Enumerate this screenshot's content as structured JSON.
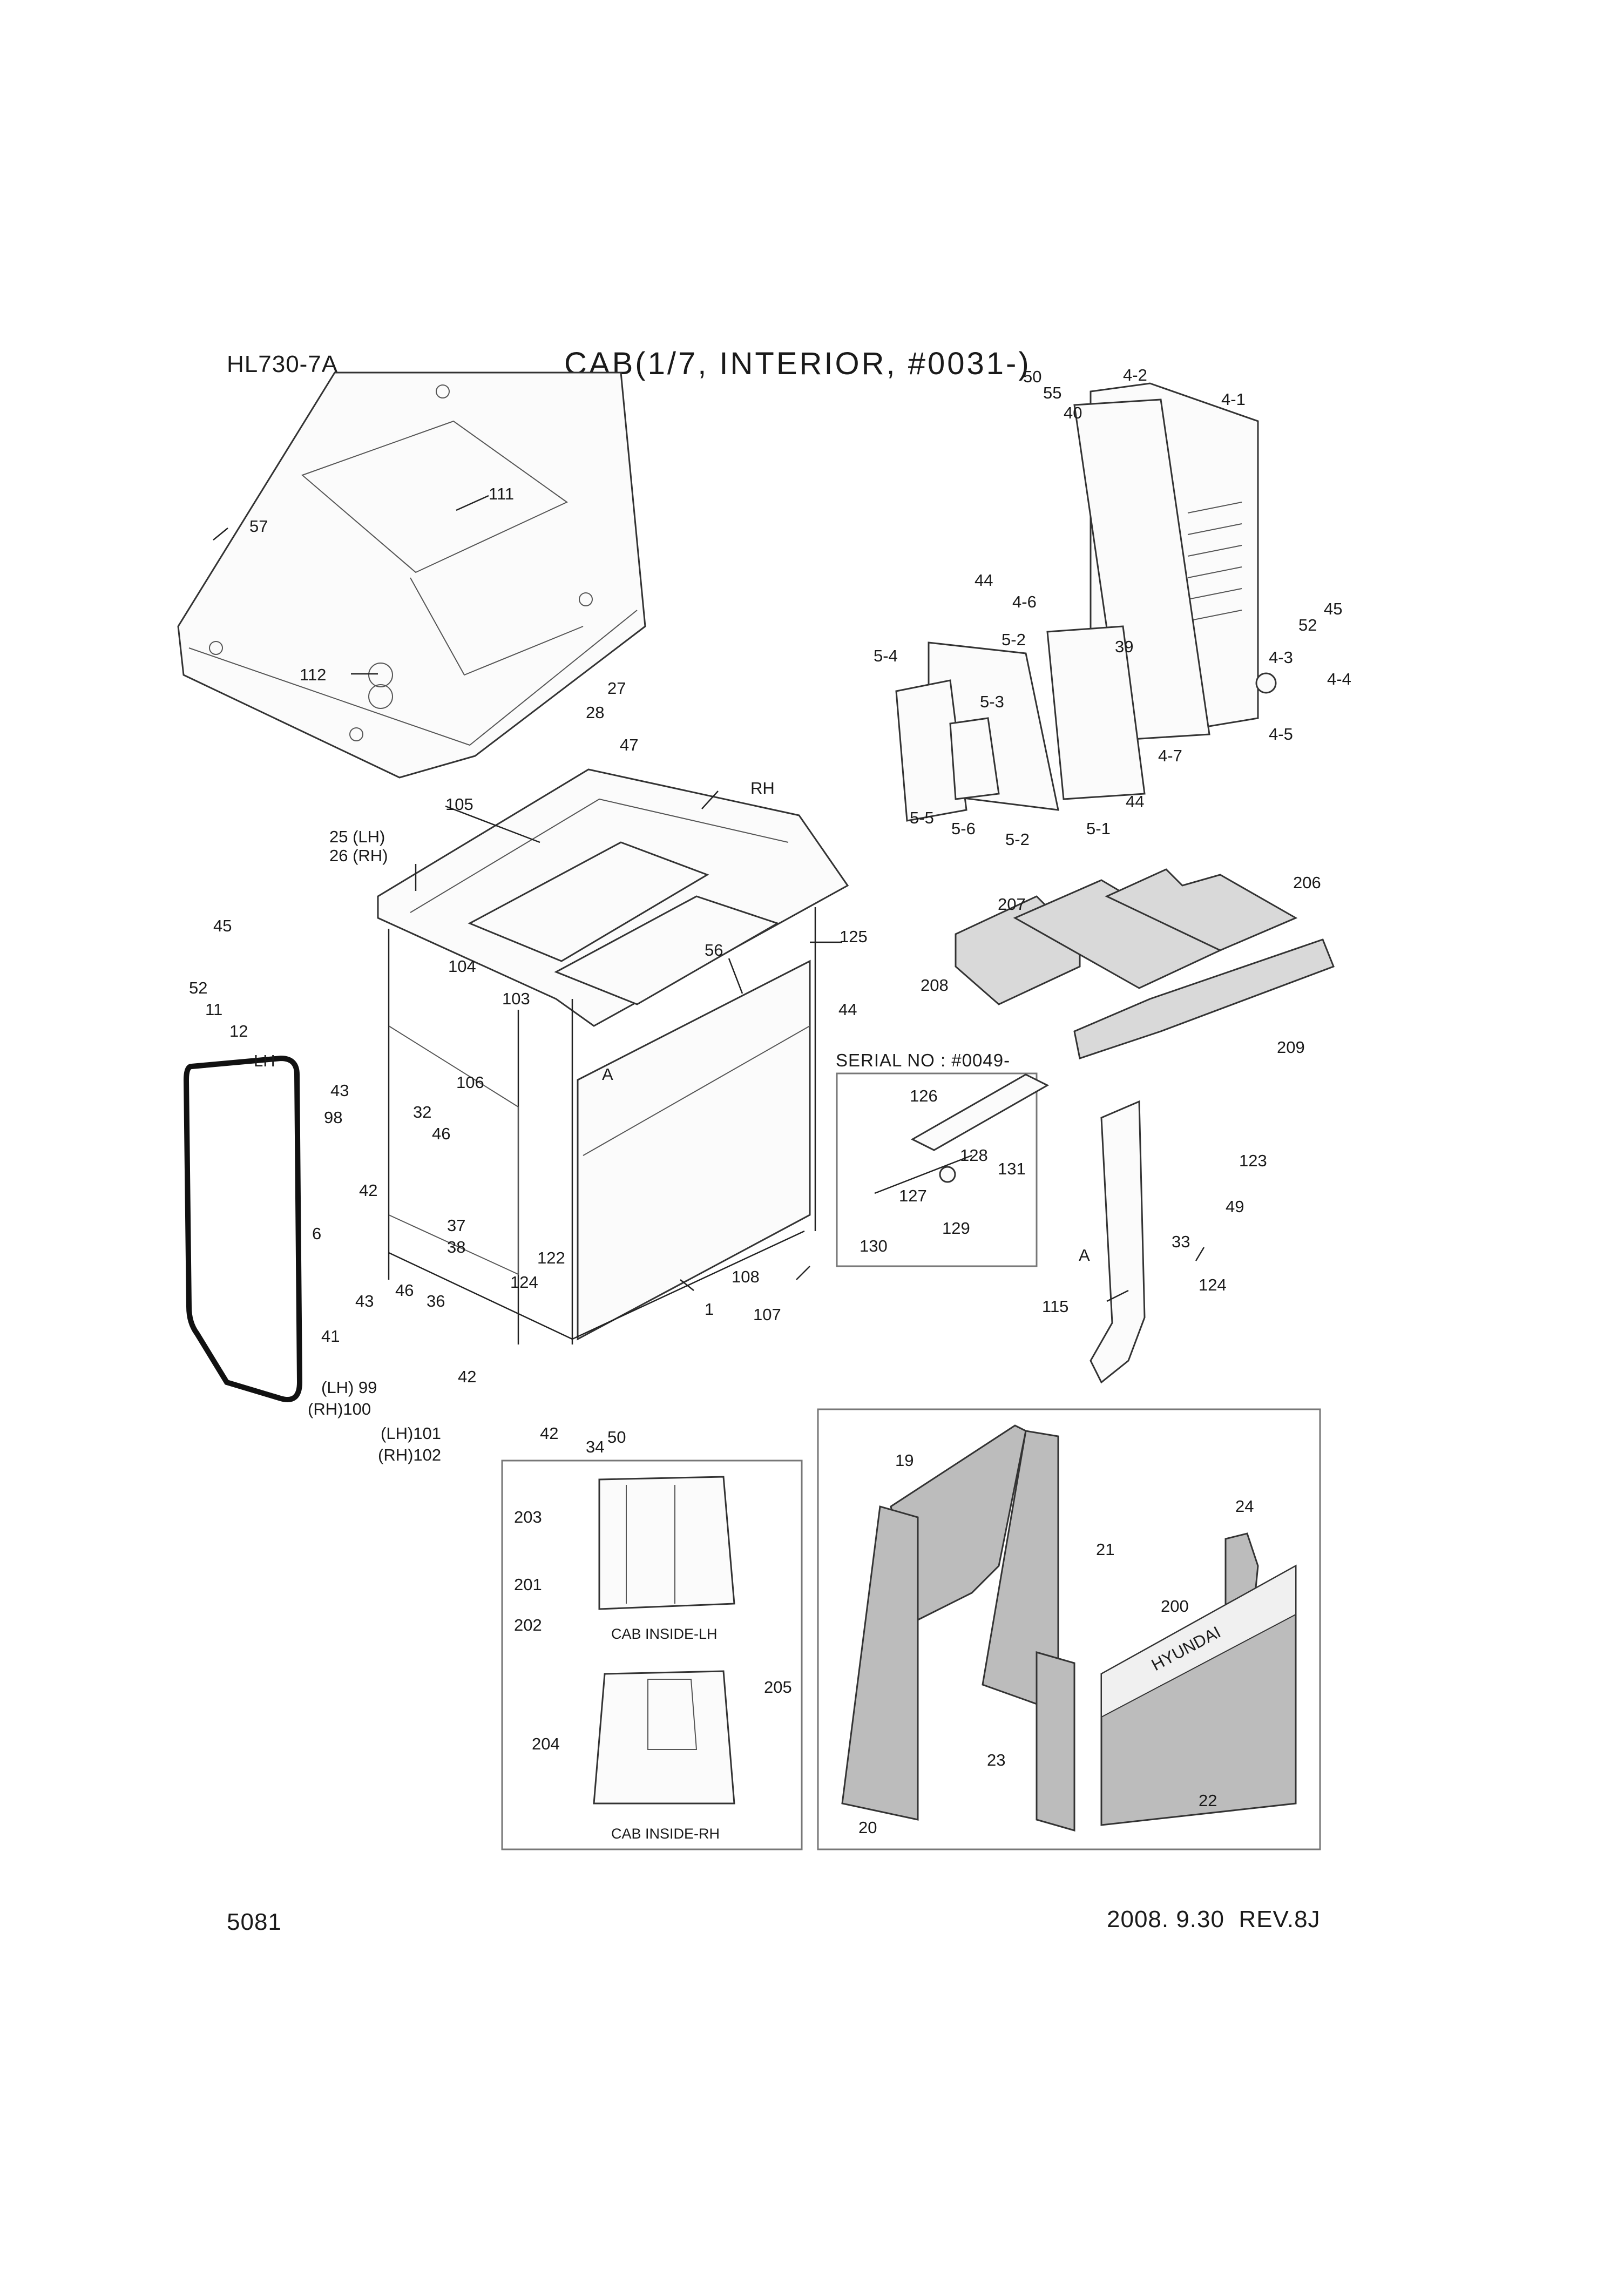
{
  "header": {
    "model": "HL730-7A",
    "title": "CAB(1/7, INTERIOR, #0031-)"
  },
  "footer": {
    "page_number": "5081",
    "date_revision": "2008. 9.30  REV.8J"
  },
  "callouts": {
    "c111": "111",
    "c57": "57",
    "c112": "112",
    "c27": "27",
    "c28": "28",
    "c47a": "47",
    "c105": "105",
    "c25": "25 (LH)",
    "c26": "26 (RH)",
    "cRH": "RH",
    "c45a": "45",
    "c52a": "52",
    "c11": "11",
    "c12": "12",
    "c104": "104",
    "c103": "103",
    "c56": "56",
    "c125": "125",
    "c44a": "44",
    "cLH": "LH",
    "c43a": "43",
    "c46a": "46",
    "c106": "106",
    "c32": "32",
    "c98": "98",
    "cA1": "A",
    "c42a": "42",
    "c6": "6",
    "c37": "37",
    "c38": "38",
    "c122": "122",
    "c124a": "124",
    "c43b": "43",
    "c46b": "46",
    "c36": "36",
    "c41": "41",
    "c1": "1",
    "c108": "108",
    "c107": "107",
    "c99": "(LH) 99",
    "c100": "(RH)100",
    "c42b": "42",
    "c101": "(LH)101",
    "c102": "(RH)102",
    "c42c": "42",
    "c34": "34",
    "c50b": "50",
    "c50a": "50",
    "c55": "55",
    "c40": "40",
    "c4_2": "4-2",
    "c4_1": "4-1",
    "c44b": "44",
    "c4_6": "4-6",
    "c45b": "45",
    "c52b": "52",
    "c39": "39",
    "c5_4": "5-4",
    "c5_2a": "5-2",
    "c4_3": "4-3",
    "c4_4": "4-4",
    "c5_3": "5-3",
    "c4_5": "4-5",
    "c4_7": "4-7",
    "c44c": "44",
    "c5_5": "5-5",
    "c5_6": "5-6",
    "c5_2b": "5-2",
    "c5_1": "5-1",
    "c207": "207",
    "c206": "206",
    "c208": "208",
    "c209": "209",
    "c126": "126",
    "c128": "128",
    "c131": "131",
    "c127": "127",
    "c129": "129",
    "c130": "130",
    "c123": "123",
    "c49": "49",
    "c33": "33",
    "cA2": "A",
    "c124b": "124",
    "c115": "115",
    "c203": "203",
    "c201": "201",
    "c202": "202",
    "c205": "205",
    "c204": "204",
    "c19": "19",
    "c21": "21",
    "c24": "24",
    "c200": "200",
    "c23": "23",
    "c22": "22",
    "c20": "20",
    "hyundai": "HYUNDAI"
  },
  "serial_box": {
    "label": "SERIAL NO : #0049-"
  },
  "cab_inside": {
    "lh": "CAB INSIDE-LH",
    "rh": "CAB INSIDE-RH"
  }
}
